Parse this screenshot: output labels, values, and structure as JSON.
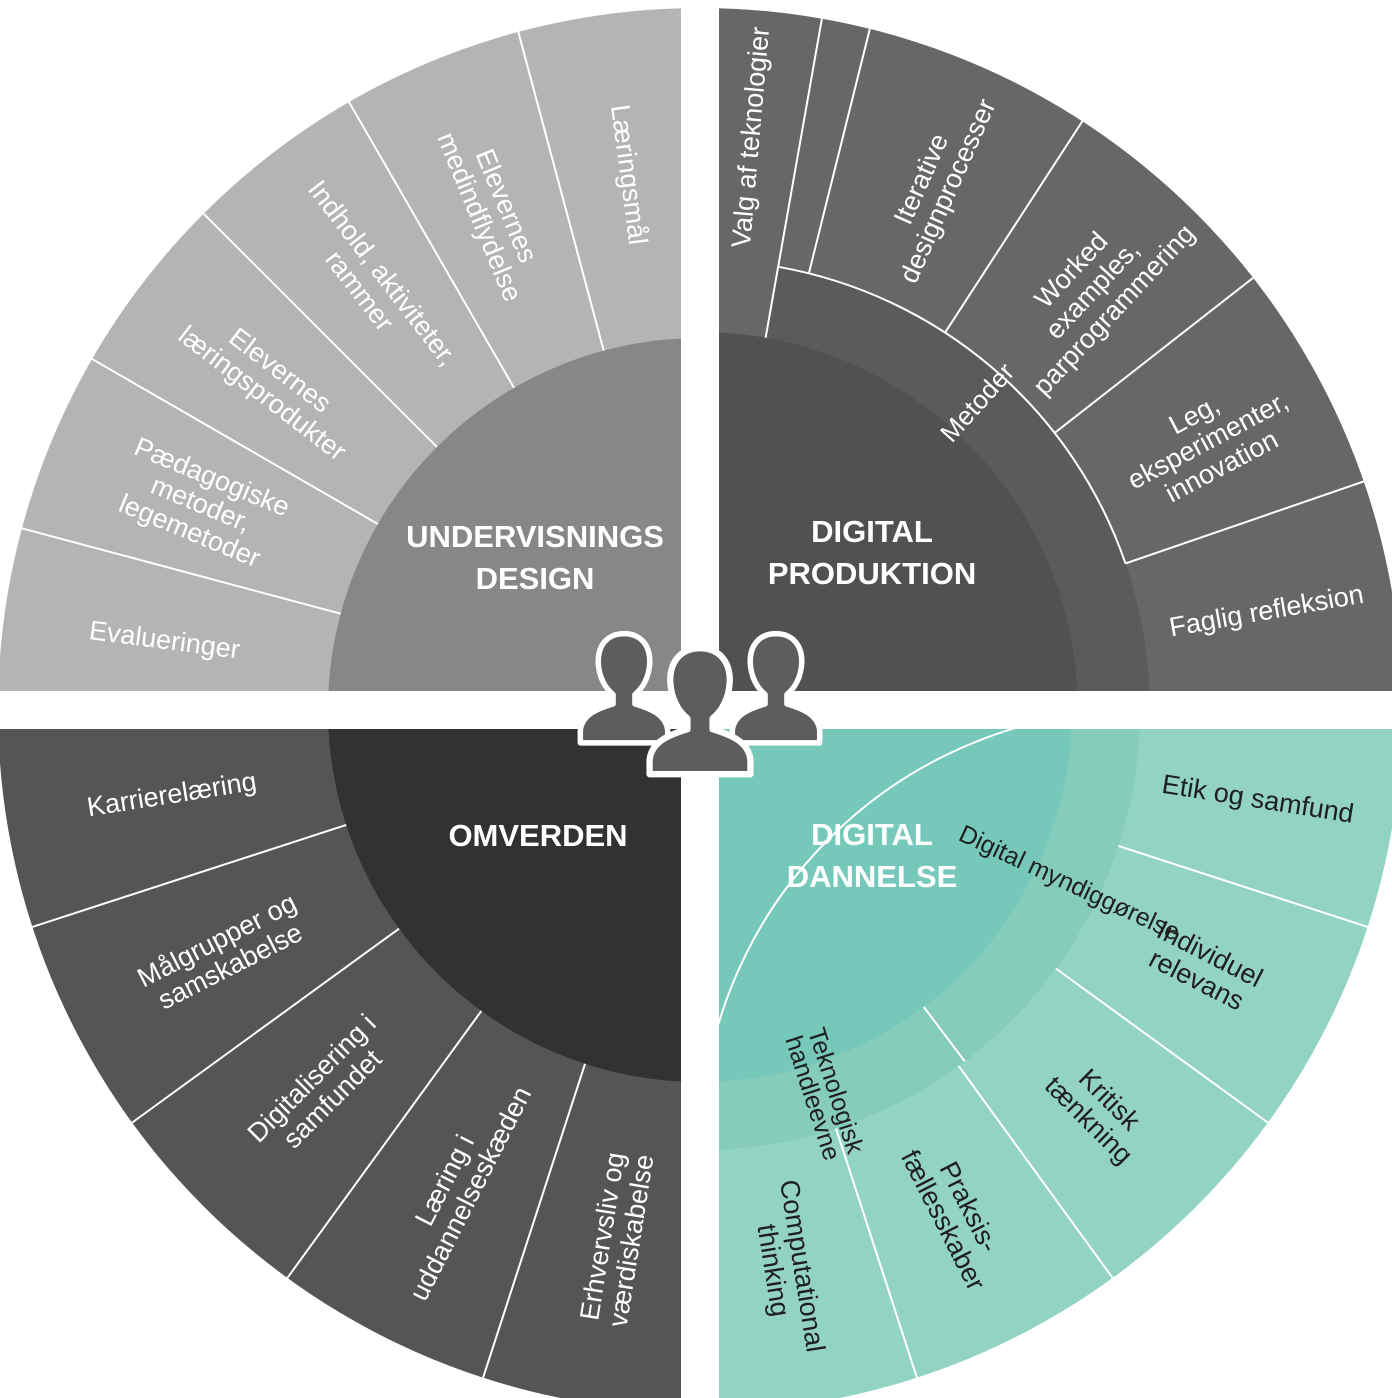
{
  "colors": {
    "undervisning_outer": "#b3b4b4",
    "undervisning_inner": "#858788",
    "produktion_outer": "#666768",
    "produktion_inner": "#505152",
    "produktion_ring": "#5a5b5c",
    "omverden_outer": "#545556",
    "omverden_inner": "#313233",
    "dannelse_outer": "#93d3c3",
    "dannelse_ring": "#85ccbb",
    "dannelse_inner": "#76c9ba",
    "divider": "#ffffff",
    "dark_text": "#1f1f1f",
    "light_text": "#ffffff",
    "people_icon": "#5c5d5e"
  },
  "center_icon": "people-group-icon",
  "quadrants": {
    "undervisning": {
      "title_lines": [
        "UNDERVISNINGS",
        "DESIGN"
      ],
      "segments": [
        {
          "lines": [
            "Evalueringer"
          ]
        },
        {
          "lines": [
            "Pædagogiske",
            "metoder,",
            "legemetoder"
          ]
        },
        {
          "lines": [
            "Elevernes",
            "læringsprodukter"
          ]
        },
        {
          "lines": [
            "Indhold, aktiviteter,",
            "rammer"
          ]
        },
        {
          "lines": [
            "Elevernes",
            "medindflydelse"
          ]
        },
        {
          "lines": [
            "Læringsmål"
          ]
        }
      ]
    },
    "produktion": {
      "title_lines": [
        "DIGITAL",
        "PRODUKTION"
      ],
      "ring_label": "Metoder",
      "segments": [
        {
          "lines": [
            "Valg af teknologier"
          ]
        },
        {
          "lines": [
            "Iterative",
            "designprocesser"
          ]
        },
        {
          "lines": [
            "Worked",
            "examples,",
            "parprogrammering"
          ]
        },
        {
          "lines": [
            "Leg,",
            "eksperimenter,",
            "innovation"
          ]
        },
        {
          "lines": [
            "Faglig refleksion"
          ]
        }
      ]
    },
    "omverden": {
      "title_lines": [
        "OMVERDEN"
      ],
      "segments": [
        {
          "lines": [
            "Karrierelæring"
          ]
        },
        {
          "lines": [
            "Målgrupper og",
            "samskabelse"
          ]
        },
        {
          "lines": [
            "Digitalisering i",
            "samfundet"
          ]
        },
        {
          "lines": [
            "Læring i",
            "uddannelseskæden"
          ]
        },
        {
          "lines": [
            "Erhvervsliv og",
            "værdiskabelse"
          ]
        }
      ]
    },
    "dannelse": {
      "title_lines": [
        "DIGITAL",
        "DANNELSE"
      ],
      "ring_labels": [
        "Digital myndiggørelse",
        "Teknologisk",
        "handleevne"
      ],
      "segments": [
        {
          "lines": [
            "Etik og samfund"
          ]
        },
        {
          "lines": [
            "Individuel",
            "relevans"
          ]
        },
        {
          "lines": [
            "Kritisk",
            "tænkning"
          ]
        },
        {
          "lines": [
            "Praksis-",
            "fællesskaber"
          ]
        },
        {
          "lines": [
            "Computational",
            "thinking"
          ]
        }
      ]
    }
  }
}
